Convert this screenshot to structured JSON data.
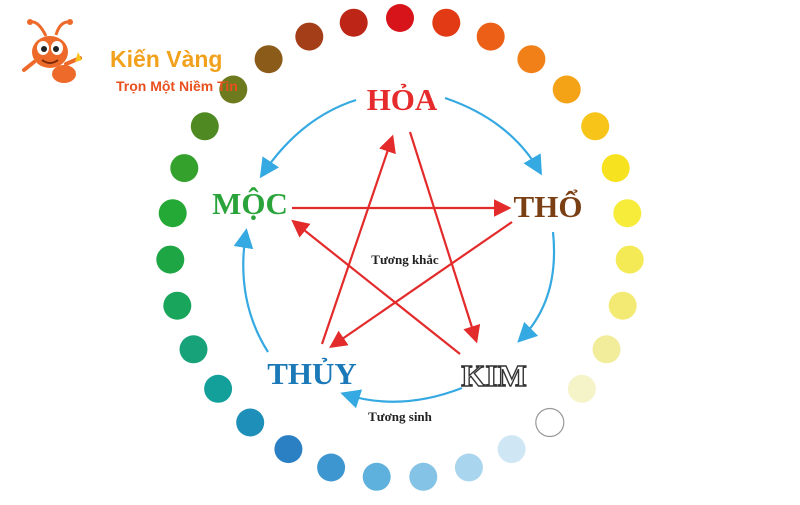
{
  "brand": {
    "name": "Kiến Vàng",
    "slogan": "Trọn Một Niềm Tin",
    "colors": {
      "name": "#f2a11d",
      "slogan": "#e8501e",
      "mascot": "#ee6a2a"
    }
  },
  "elements": [
    {
      "id": "hoa",
      "label": "HỎA",
      "color": "#e52b2b"
    },
    {
      "id": "tho",
      "label": "THỔ",
      "color": "#7b3f14"
    },
    {
      "id": "kim",
      "label": "KIM",
      "color": "#ffffff",
      "outline": "#333333"
    },
    {
      "id": "thuy",
      "label": "THỦY",
      "color": "#1b79b8"
    },
    {
      "id": "moc",
      "label": "MỘC",
      "color": "#2aa43a"
    }
  ],
  "relations": {
    "sinh_label": "Tương sinh",
    "khac_label": "Tương khắc",
    "sinh_color": "#35a9e1",
    "khac_color": "#e32b2b"
  },
  "ring_colors": [
    "#d7141a",
    "#e23a14",
    "#ec5f16",
    "#f28018",
    "#f5a316",
    "#f7c51a",
    "#f6e21e",
    "#f7ec3a",
    "#f4ea55",
    "#f3ea73",
    "#f2ed9a",
    "#f5f3c8",
    "#ffffff",
    "#cfe7f5",
    "#a9d5ee",
    "#84c3e6",
    "#5eb0dd",
    "#3e96d0",
    "#2b7fc3",
    "#1d8fb8",
    "#14a09a",
    "#17a27a",
    "#1aa55d",
    "#1fa644",
    "#25a936",
    "#33a12c",
    "#4e8a21",
    "#6d7a1d",
    "#8b5b1a",
    "#a43e18",
    "#bd2516"
  ]
}
